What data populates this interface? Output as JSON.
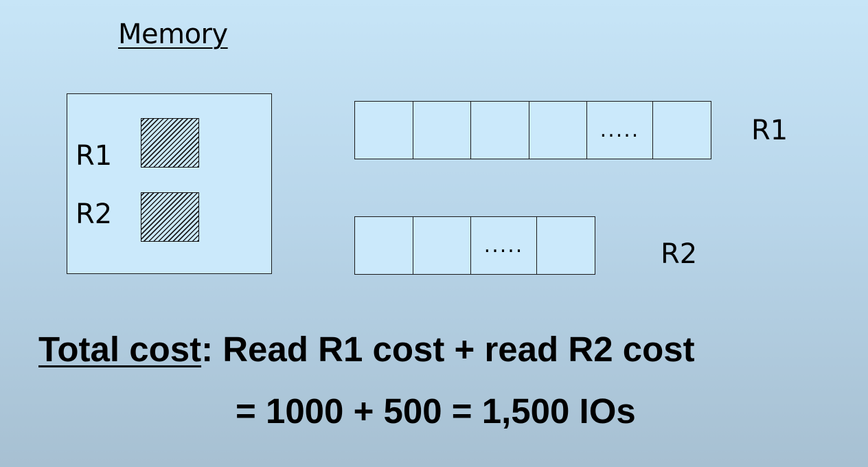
{
  "memory": {
    "title": "Memory",
    "buffers": [
      {
        "label": "R1"
      },
      {
        "label": "R2"
      }
    ]
  },
  "relations": {
    "r1": {
      "label": "R1",
      "pages": [
        "",
        "",
        "",
        "",
        ".....",
        ""
      ]
    },
    "r2": {
      "label": "R2",
      "pages": [
        "",
        "",
        ".....",
        ""
      ]
    }
  },
  "cost": {
    "heading": "Total cost",
    "line1_rest": ": Read R1 cost + read R2 cost",
    "line2": "= 1000 + 500 = 1,500 IOs"
  },
  "colors": {
    "page_fill": "#cbe9fb",
    "background_top": "#c7e5f7",
    "background_bottom": "#a7c0d2"
  }
}
